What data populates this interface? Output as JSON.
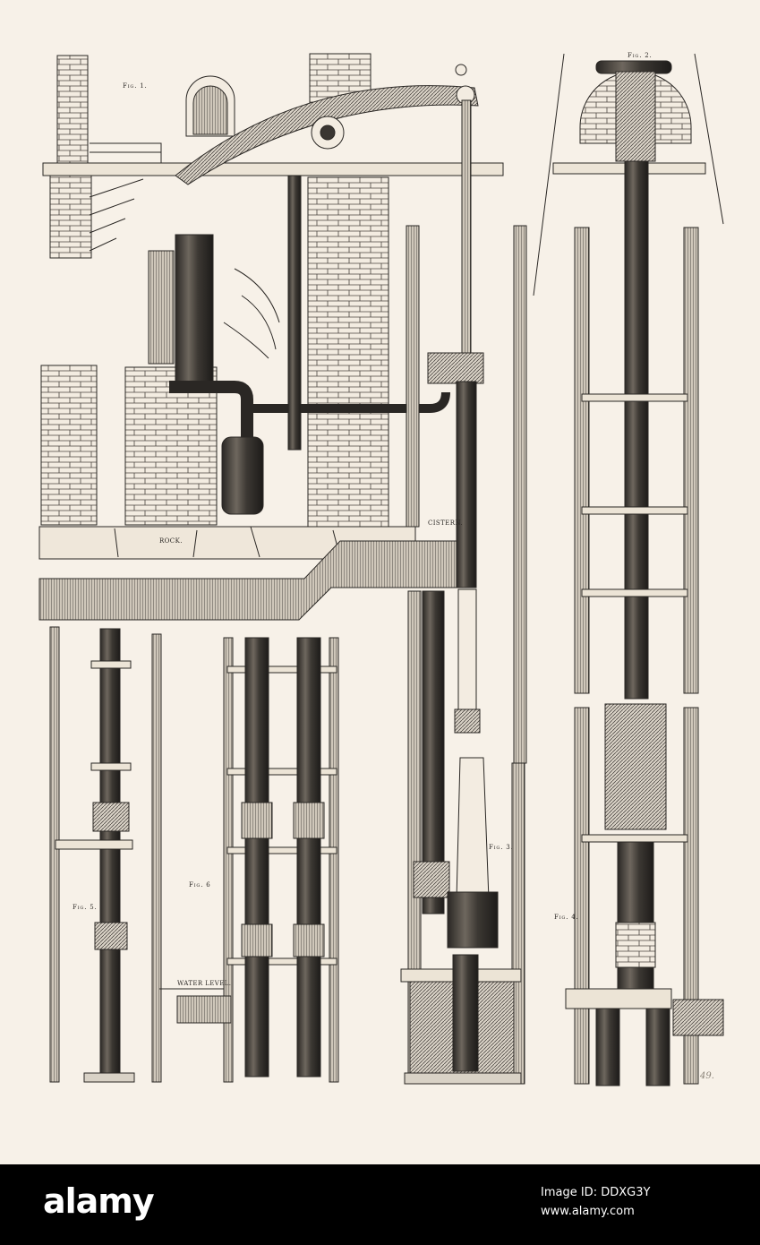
{
  "plate": {
    "fig1": "Fig. 1.",
    "fig2": "Fig. 2.",
    "fig3": "Fig. 3.",
    "fig4": "Fig. 4.",
    "fig5": "Fig. 5.",
    "fig6": "Fig. 6",
    "rock": "ROCK.",
    "cistern": "CISTERN.",
    "water_level": "WATER LEVEL.",
    "pencil_note": "49."
  },
  "watermark": {
    "logo": "alamy",
    "stock_id": "Image ID: DDXG3Y",
    "url": "www.alamy.com"
  },
  "colors": {
    "paper": "#f7f1e8",
    "ink": "#2a2724",
    "bar": "#000000"
  }
}
